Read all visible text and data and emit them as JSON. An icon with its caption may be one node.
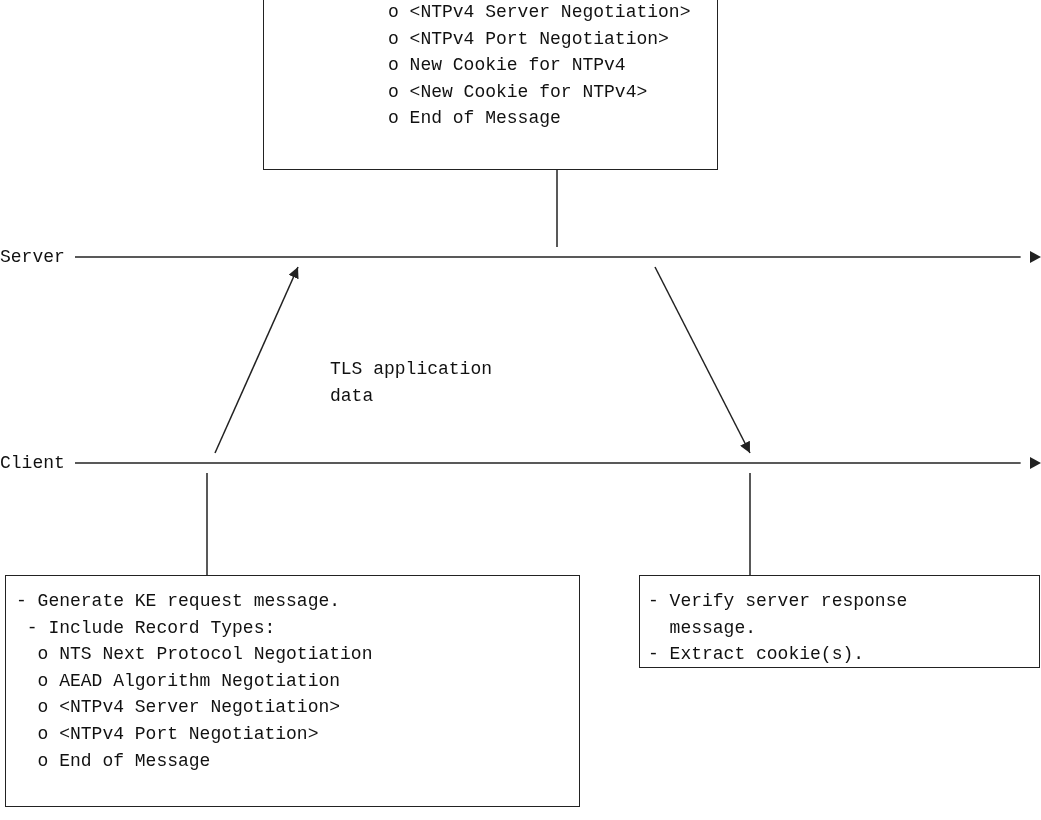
{
  "diagram": {
    "nodes": [
      {
        "text": [
          "o <NTPv4 Server Negotiation>",
          "o <NTPv4 Port Negotiation>",
          "o New Cookie for NTPv4",
          "o <New Cookie for NTPv4>",
          "o End of Message"
        ]
      },
      {
        "text": [
          "Server"
        ]
      },
      {
        "text": [
          "Client"
        ]
      },
      {
        "text": [
          "- Generate KE request message.",
          "- Include Record Types:",
          "o NTS Next Protocol Negotiation",
          "o AEAD Algorithm Negotiation",
          "o <NTPv4 Server Negotiation>",
          "o <NTPv4 Port Negotiation>",
          "o End of Message"
        ]
      },
      {
        "text": [
          "- Verify server response message.",
          "- Extract cookie(s)."
        ]
      }
    ],
    "edges": [
      {
        "from": 0,
        "to": 1,
        "arrow": "none"
      },
      {
        "from": 2,
        "to": 1,
        "arrow": "to",
        "label": "TLS application data"
      },
      {
        "from": 1,
        "to": 2,
        "arrow": "to"
      },
      {
        "from": 2,
        "to": 3,
        "arrow": "none"
      },
      {
        "from": 2,
        "to": 4,
        "arrow": "none"
      }
    ]
  }
}
